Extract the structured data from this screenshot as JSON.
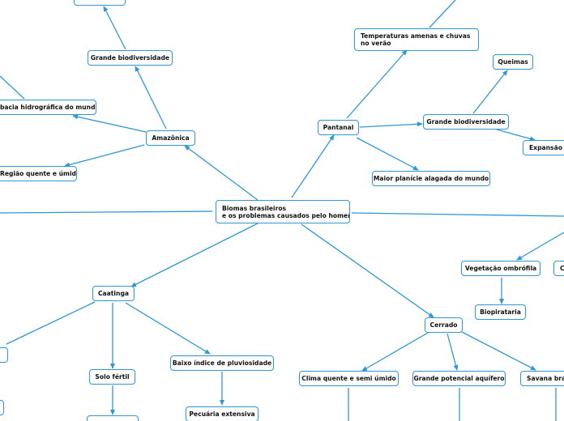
{
  "colors": {
    "line": "#2f97d6",
    "border": "#2f97d6",
    "text": "#111111",
    "background": "#ffffff"
  },
  "nodes": {
    "root": {
      "line1": "Biomas brasileiros",
      "line2": "e os problemas causados pelo homem"
    },
    "amazonica": "Amazônica",
    "amazonica_biodiversidade": "Grande biodiversidade",
    "amazonica_bacia": "bacia hidrográfica do mundo",
    "amazonica_regiao": "Região quente e úmida",
    "pantanal": "Pantanal",
    "pantanal_temperaturas": "Temperaturas amenas e chuvas no verão",
    "pantanal_biodiversidade": "Grande biodiversidade",
    "pantanal_queimas": "Queimas",
    "pantanal_expansao": "Expansão d",
    "pantanal_planicie": "Maior planície alagada do mundo",
    "mata_vegetacao": "Vegetação ombrófila",
    "mata_c": "C",
    "mata_biopirataria": "Biopirataria",
    "caatinga": "Caatinga",
    "caatinga_solo": "Solo fértil",
    "caatinga_pluviosidade": "Baixo índice de pluviosidade",
    "caatinga_pecuaria": "Pecuária extensiva",
    "cerrado": "Cerrado",
    "cerrado_clima": "Clima quente e semi úmido",
    "cerrado_aquifero": "Grande potencial aquífero",
    "cerrado_savana": "Savana bras"
  }
}
